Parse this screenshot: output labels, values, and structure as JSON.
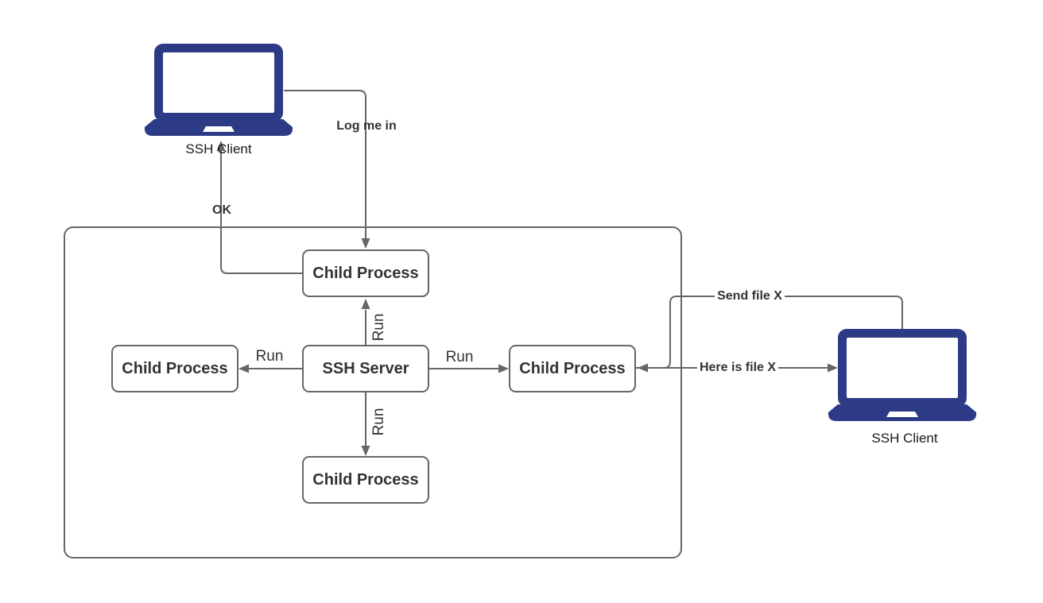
{
  "diagram": {
    "nodes": {
      "ssh_server": {
        "label": "SSH Server"
      },
      "top_child": {
        "label": "Child Process"
      },
      "left_child": {
        "label": "Child Process"
      },
      "right_child": {
        "label": "Child Process"
      },
      "bottom_child": {
        "label": "Child Process"
      }
    },
    "clients": {
      "left": {
        "label": "SSH Client"
      },
      "right": {
        "label": "SSH Client"
      }
    },
    "edge_labels": {
      "log_me_in": "Log me in",
      "ok": "OK",
      "run_up": "Run",
      "run_left": "Run",
      "run_right": "Run",
      "run_down": "Run",
      "send_file": "Send file X",
      "here_is_file": "Here is file X"
    },
    "colors": {
      "connector": "#666666",
      "node_border": "#666666",
      "node_text": "#333333",
      "laptop": "#2d3a85",
      "background": "#ffffff"
    }
  }
}
